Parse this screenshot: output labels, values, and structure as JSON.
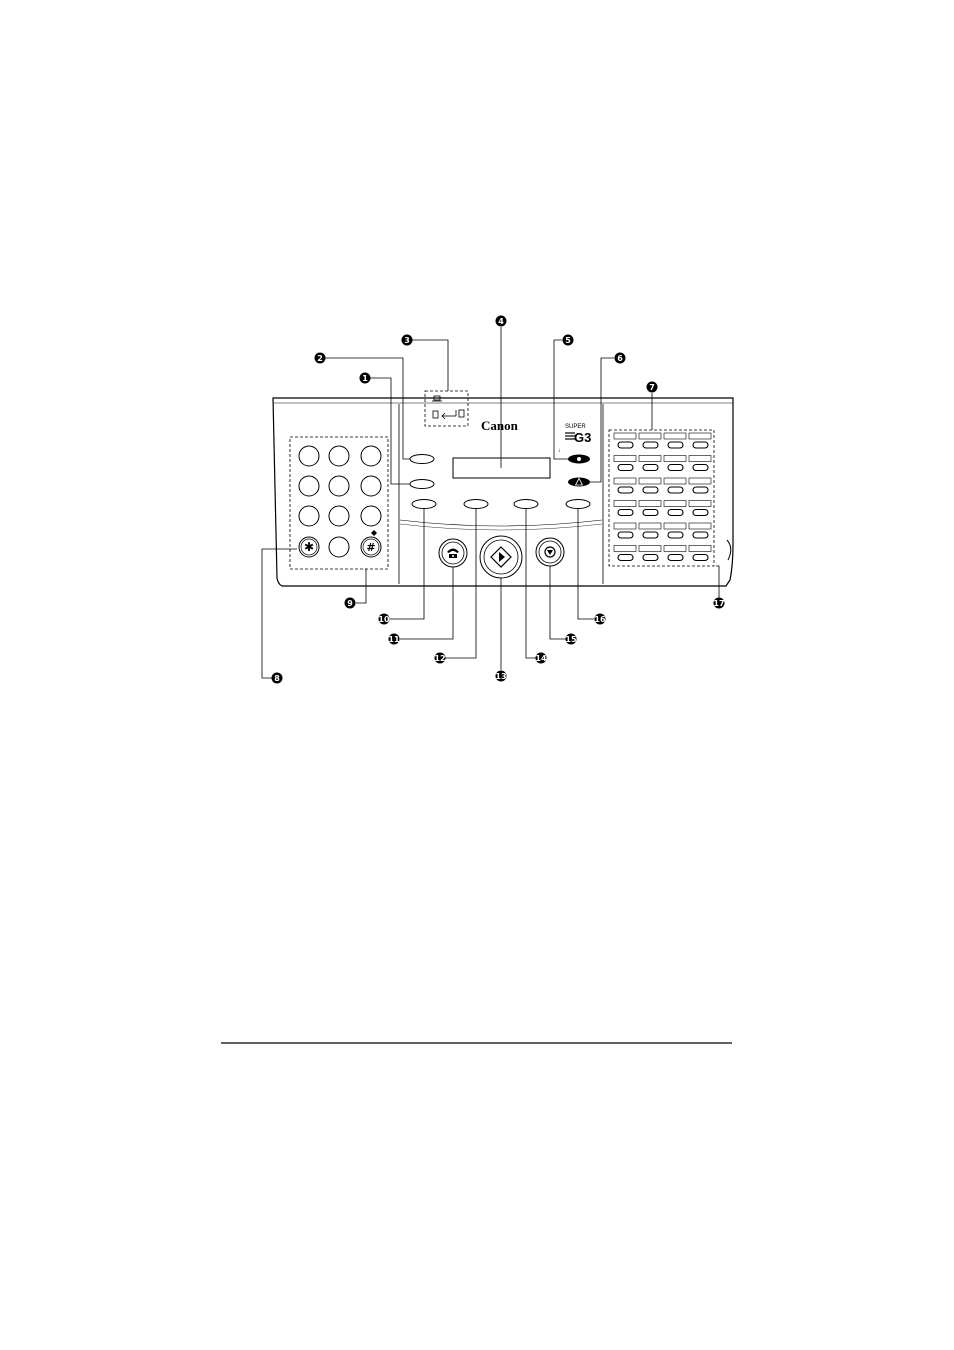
{
  "brand": {
    "logo_text": "Canon",
    "badge_top": "SUPER",
    "badge_main": "G3"
  },
  "keypad": {
    "star_label": "✱",
    "hash_label": "#"
  },
  "callouts": [
    "1",
    "2",
    "3",
    "4",
    "5",
    "6",
    "7",
    "8",
    "9",
    "10",
    "11",
    "12",
    "13",
    "14",
    "15",
    "16",
    "17"
  ],
  "colors": {
    "line": "#000000",
    "panel": "#ffffff"
  }
}
